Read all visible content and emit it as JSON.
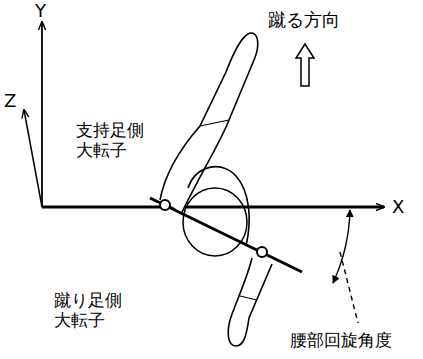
{
  "diagram": {
    "labels": [
      "Y",
      "Z",
      "X",
      "蹴る方向",
      "支持足側 大転子",
      "蹴り足側 大転子",
      "腰部回旋角度"
    ]
  }
}
